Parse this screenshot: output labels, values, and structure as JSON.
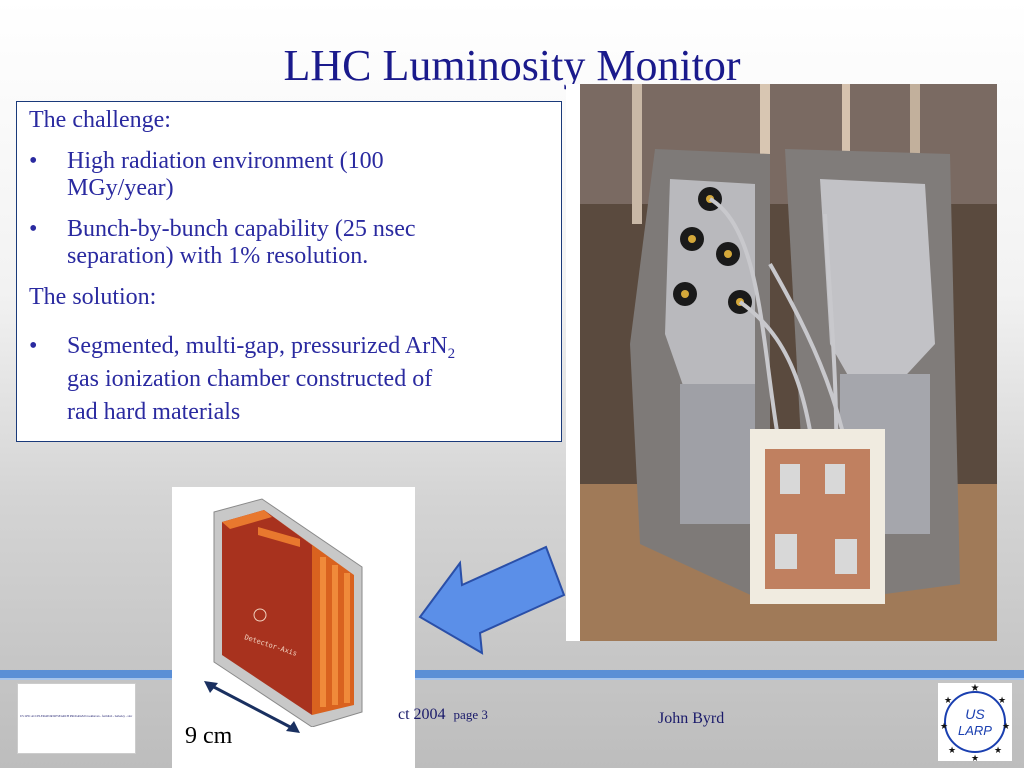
{
  "slide": {
    "title": "LHC Luminosity Monitor"
  },
  "textbox": {
    "challenge_heading": "The challenge:",
    "challenge_bullets": [
      {
        "line1": "High radiation environment (100",
        "line2": "MGy/year)"
      },
      {
        "line1": "Bunch-by-bunch capability (25 nsec",
        "line2": "separation) with 1% resolution."
      }
    ],
    "solution_heading": "The solution:",
    "solution_bullet": {
      "line1_main": "Segmented, multi-gap, pressurized ArN",
      "line1_sub": "2",
      "line2": "gas ionization chamber constructed of",
      "line3": "rad hard materials"
    },
    "bullet_char": "•"
  },
  "render": {
    "dimension_label": "9 cm",
    "device_label": "Detector-Axis"
  },
  "footer": {
    "date_text": "ct 2004",
    "page_text": "page 3",
    "author": "John Byrd",
    "fine_print": "US LHC ACCELERATOR RESEARCH PROGRAM   brookhaven - fermilab - berkeley - slac",
    "logo_line1": "US",
    "logo_line2": "LARP"
  },
  "colors": {
    "title": "#1a1a8c",
    "text": "#2a2aa0",
    "arrow": "#5b8fe8",
    "bar": "#5b8fd6",
    "logo": "#1a3fb0"
  },
  "icons": {
    "arrow": "left-arrow-icon",
    "logo": "us-larp-logo-icon"
  }
}
